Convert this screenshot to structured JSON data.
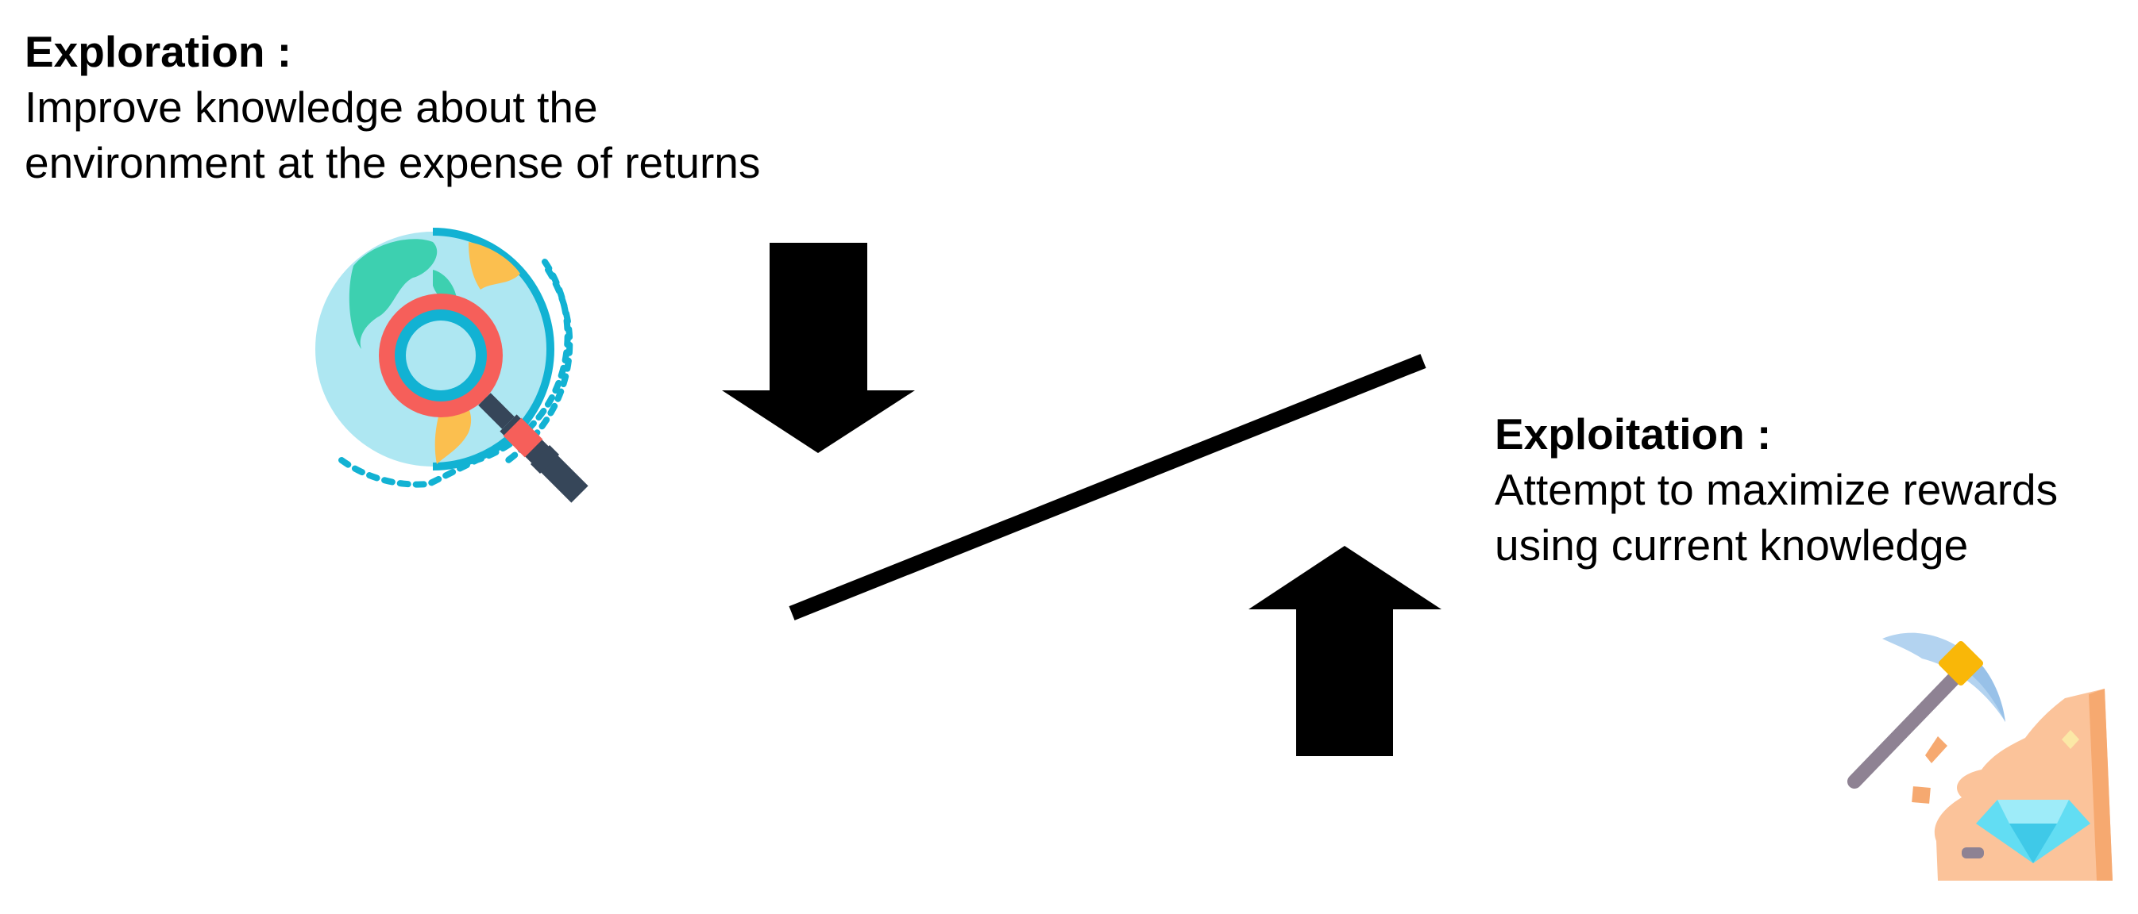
{
  "exploration": {
    "heading": "Exploration :",
    "lines": [
      "Improve knowledge about the",
      "environment at the expense of returns"
    ],
    "icon": "globe-magnifier-icon"
  },
  "exploitation": {
    "heading": "Exploitation :",
    "lines": [
      "Attempt to maximize rewards",
      "using current knowledge"
    ],
    "icon": "pickaxe-diamond-icon"
  },
  "arrows": {
    "left": "down",
    "right": "up"
  },
  "colors": {
    "globe_ocean": "#aee7f2",
    "globe_ring": "#12b2d3",
    "land_green": "#3dd0b0",
    "land_yellow": "#fbbf4f",
    "lens_red": "#f65f5a",
    "handle_dark": "#364659",
    "rock": "#fbc39a",
    "diamond": "#62ddf3",
    "pick_head": "#b3d3f0",
    "pick_collar": "#f9b708",
    "pick_handle": "#8e8293"
  }
}
